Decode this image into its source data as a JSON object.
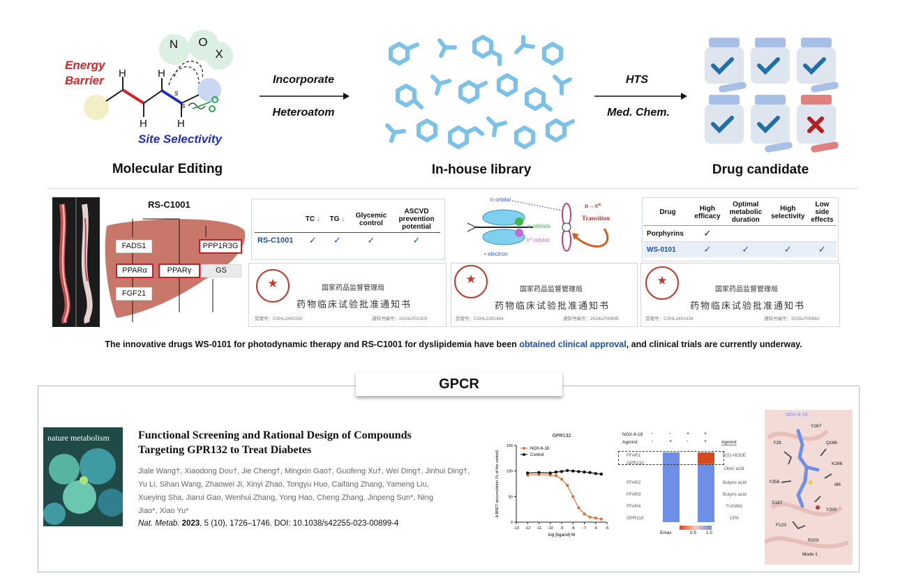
{
  "top": {
    "molecular_editing": {
      "title": "Molecular Editing",
      "energy": "Energy",
      "barrier": "Barrier",
      "site_selectivity": "Site Selectivity",
      "atoms": [
        "N",
        "O",
        "X"
      ],
      "h_label": "H",
      "s_label": "s"
    },
    "arrow1": {
      "top": "Incorporate",
      "bottom": "Heteroatom"
    },
    "library": {
      "title": "In-house library"
    },
    "arrow2": {
      "top": "HTS",
      "bottom": "Med. Chem."
    },
    "candidate": {
      "title": "Drug candidate"
    }
  },
  "middle": {
    "liver": {
      "title": "RS-C1001",
      "nodes": [
        "FADS1",
        "PPARα",
        "FGF21",
        "PPARγ",
        "PPP1R3G",
        "GS"
      ]
    },
    "rs_table": {
      "headers": [
        "TC",
        "TG",
        "Glycemic control",
        "ASCVD prevention potential"
      ],
      "row_label": "RS-C1001",
      "row_marks": [
        "✓",
        "✓",
        "✓",
        "✓"
      ],
      "arrow": "↓"
    },
    "orbital": {
      "pi_orbital": "π-orbital",
      "n_orbitals": "n-orbitals",
      "pi_star_orbital": "π*-orbital",
      "electron": "• electron",
      "transition_top": "n→π*",
      "transition_bottom": "Transition"
    },
    "ws_table": {
      "headers": [
        "Drug",
        "High efficacy",
        "Optimal metabolic duration",
        "High selectivity",
        "Low side effects"
      ],
      "rows": [
        {
          "name": "Porphyrins",
          "marks": [
            "✓",
            "",
            "",
            ""
          ]
        },
        {
          "name": "WS-0101",
          "marks": [
            "✓",
            "✓",
            "✓",
            "✓"
          ]
        }
      ]
    },
    "certificates": [
      {
        "org": "国家药品监督管理局",
        "title": "药物临床试验批准通知书",
        "accept": "受理号：CXHL2400330",
        "notice": "通知书编号：2024LP01303"
      },
      {
        "org": "国家药品监督管理局",
        "title": "药物临床试验批准通知书",
        "accept": "受理号：CXHL2301464",
        "notice": "通知书编号：2024LP00585"
      },
      {
        "org": "国家药品监督管理局",
        "title": "药物临床试验批准通知书",
        "accept": "受理号：CXHL2401434",
        "notice": "通知书编号：2025LP00660"
      }
    ],
    "caption": {
      "before": "The innovative drugs WS-0101 for photodynamic therapy and RS-C1001 for dyslipidemia have been ",
      "highlight": "obtained clinical approval",
      "after": ", and clinical trials are currently underway."
    }
  },
  "gpcr": {
    "tab": "GPCR",
    "cover": {
      "journal": "nature metabolism"
    },
    "paper": {
      "title_line1": "Functional Screening and Rational Design of Compounds",
      "title_line2": "Targeting GPR132 to Treat Diabetes",
      "authors": [
        "Jiale Wang†, Xiaodong Dou†, Jie Cheng†, Mingxin Gao†, Guofeng Xu†, Wei Ding†, Jinhui Ding†,",
        "Yu Li, Sihan Wang, Zhaowei Ji, Xinyi Zhao, Tongyu Huo, Caifang Zhang, Yameng Liu,",
        "Xueying Sha, Jiarui Gao, Wenhui Zhang, Yong Hao, Cheng Zhang, Jinpeng Sun*, Ning",
        "Jiao*, Xiao Yu*"
      ],
      "journal": "Nat. Metab.",
      "year": "2023",
      "rest": ", 5 (10), 1726–1746. DOI: 10.1038/s42255-023-00899-4"
    },
    "heatmap": {
      "header_rows": [
        {
          "label": "NOX-6-18",
          "marks": [
            "-",
            "-",
            "+",
            "+"
          ]
        },
        {
          "label": "Agonist",
          "marks": [
            "-",
            "+",
            "-",
            "+"
          ]
        }
      ],
      "agonist_header": "Agonist",
      "receptors": [
        "FFAR1",
        "GPR132",
        "FFAR2",
        "FFAR3",
        "FFAR4",
        "GPR119"
      ],
      "agonists": [
        "9(S)-HODE",
        "Oleic acid",
        "Butyric acid",
        "Butyric acid",
        "TUG891",
        "CPA"
      ],
      "scale_label": "Emax",
      "scale_ticks": [
        "0.5",
        "1.0"
      ]
    },
    "structure": {
      "ligand": "NOX-6-18",
      "residues": [
        "Y267",
        "Y29",
        "Q186",
        "K286",
        "Y256",
        "I86",
        "S187",
        "F123",
        "Y200",
        "R203"
      ],
      "mode": "Mode 1"
    }
  },
  "chart_data": {
    "type": "line",
    "title": "GPR132",
    "xlabel": "log [ligand] M",
    "ylabel": "Δ BRET accumulation (% of the control)",
    "xlim": [
      -13,
      -5
    ],
    "ylim": [
      0,
      150
    ],
    "xticks": [
      "-13",
      "-12",
      "-11",
      "-10",
      "-9",
      "-8",
      "-7",
      "-6",
      "-5"
    ],
    "yticks": [
      "0",
      "50",
      "100",
      "150"
    ],
    "legend": "top-left",
    "series": [
      {
        "name": "NOX-6-18",
        "color": "#d9773a",
        "x": [
          -12,
          -11,
          -10,
          -9.5,
          -9,
          -8.5,
          -8,
          -7.5,
          -7,
          -6.5,
          -6,
          -5.5
        ],
        "y": [
          92,
          93,
          92,
          91,
          84,
          72,
          50,
          28,
          16,
          10,
          8,
          6
        ]
      },
      {
        "name": "Control",
        "color": "#111111",
        "x": [
          -12,
          -11,
          -10,
          -9.5,
          -9,
          -8.5,
          -8,
          -7.5,
          -7,
          -6.5,
          -6,
          -5.5
        ],
        "y": [
          96,
          97,
          96,
          98,
          99,
          101,
          100,
          99,
          98,
          97,
          95,
          94
        ]
      }
    ]
  }
}
